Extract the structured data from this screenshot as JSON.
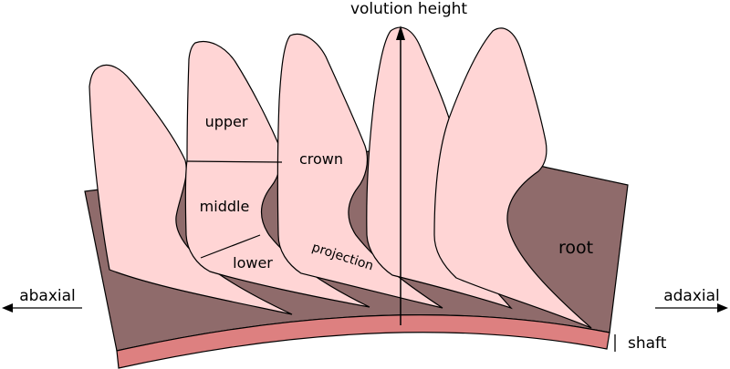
{
  "diagram": {
    "labels": {
      "volution_height": "volution height",
      "upper": "upper",
      "middle": "middle",
      "lower": "lower",
      "crown": "crown",
      "projection": "projection",
      "root": "root",
      "abaxial": "abaxial",
      "adaxial": "adaxial",
      "shaft": "shaft"
    },
    "colors": {
      "septa_fill": "#ffd5d5",
      "root_fill": "#8f6b6b",
      "shaft_fill": "#dd8080",
      "outline": "#000000",
      "background": "#ffffff"
    }
  }
}
